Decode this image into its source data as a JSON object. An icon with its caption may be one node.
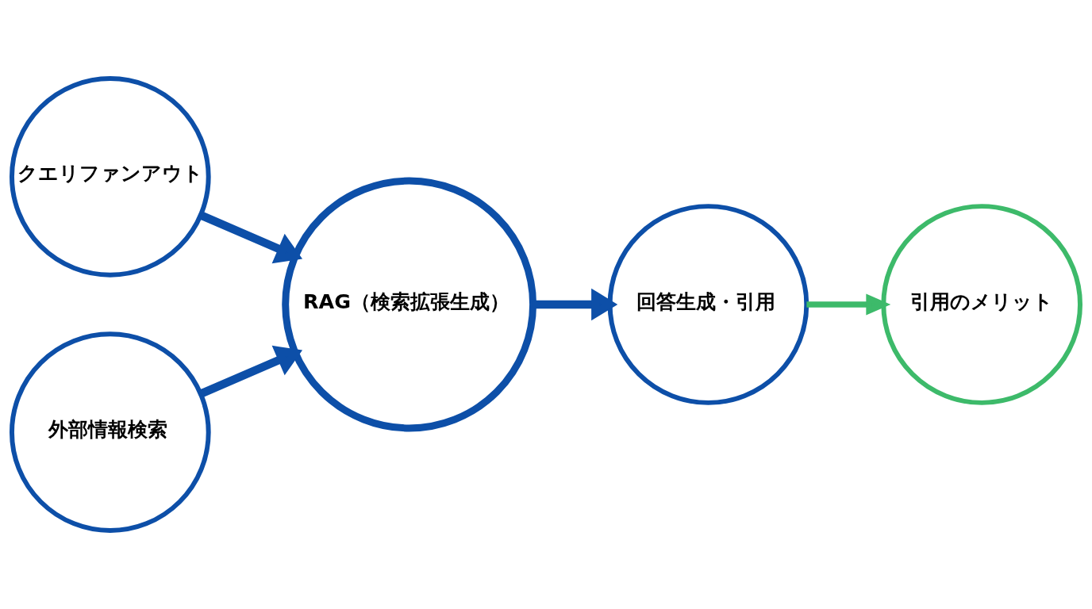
{
  "diagram": {
    "nodes": [
      {
        "text": [
          "クエリファンアウト"
        ]
      },
      {
        "text": [
          "外部情報検索"
        ]
      },
      {
        "text": [
          "RAG（検索拡張生成）"
        ]
      },
      {
        "text": [
          "回答生成・引用"
        ]
      },
      {
        "text": [
          "引用のメリット"
        ]
      }
    ],
    "edges": [
      {
        "from": 0,
        "to": 2,
        "arrow": "to"
      },
      {
        "from": 1,
        "to": 2,
        "arrow": "to"
      },
      {
        "from": 2,
        "to": 3,
        "arrow": "to"
      },
      {
        "from": 3,
        "to": 4,
        "arrow": "to",
        "color": "#3dba6a"
      }
    ]
  }
}
